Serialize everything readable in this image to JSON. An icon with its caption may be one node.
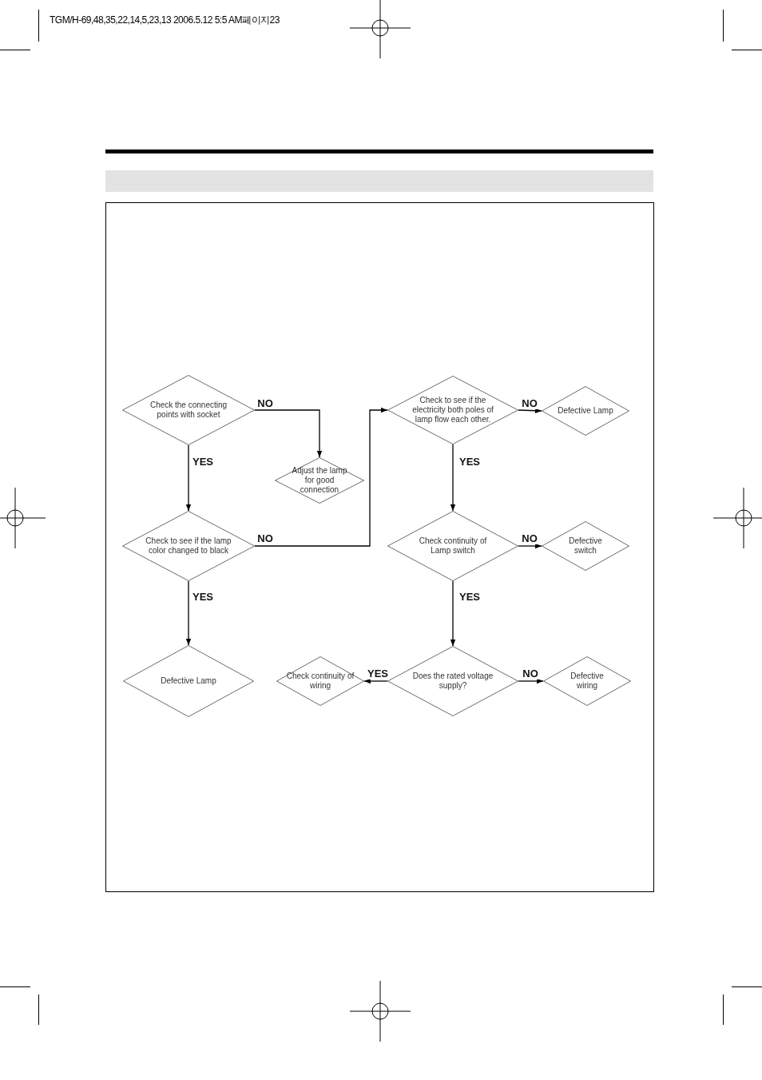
{
  "diagram": {
    "nodes": [
      {
        "text": [
          "Check the connecting points with socket"
        ]
      },
      {
        "text": [
          "Adjust the lamp for good connection"
        ]
      },
      {
        "text": [
          "Check to see if the lamp color changed to black"
        ]
      },
      {
        "text": [
          "Defective Lamp"
        ]
      },
      {
        "text": [
          "Check to see if the electricity both poles of lamp flow each other."
        ]
      },
      {
        "text": [
          "Defective Lamp"
        ]
      },
      {
        "text": [
          "Check continuity of Lamp switch"
        ]
      },
      {
        "text": [
          "Defective switch"
        ]
      },
      {
        "text": [
          "Does the rated voltage supply?"
        ]
      },
      {
        "text": [
          "Check continuity of wiring"
        ]
      },
      {
        "text": [
          "Defective wiring"
        ]
      }
    ],
    "edges": [
      {
        "from": 0,
        "to": 1,
        "arrow": "to",
        "label": "NO"
      },
      {
        "from": 0,
        "to": 2,
        "arrow": "to",
        "label": "YES"
      },
      {
        "from": 2,
        "to": 4,
        "arrow": "to",
        "label": "NO"
      },
      {
        "from": 2,
        "to": 3,
        "arrow": "to",
        "label": "YES"
      },
      {
        "from": 4,
        "to": 5,
        "arrow": "to",
        "label": "NO"
      },
      {
        "from": 4,
        "to": 6,
        "arrow": "to",
        "label": "YES"
      },
      {
        "from": 6,
        "to": 7,
        "arrow": "to",
        "label": "NO"
      },
      {
        "from": 6,
        "to": 8,
        "arrow": "to",
        "label": "YES"
      },
      {
        "from": 8,
        "to": 9,
        "arrow": "to",
        "label": "YES"
      },
      {
        "from": 8,
        "to": 10,
        "arrow": "to",
        "label": "NO"
      }
    ],
    "labels": [
      "TGM/H-69,48,35,22,14,5,23,13  2006.5.12 5:5 AM페이지23"
    ]
  }
}
